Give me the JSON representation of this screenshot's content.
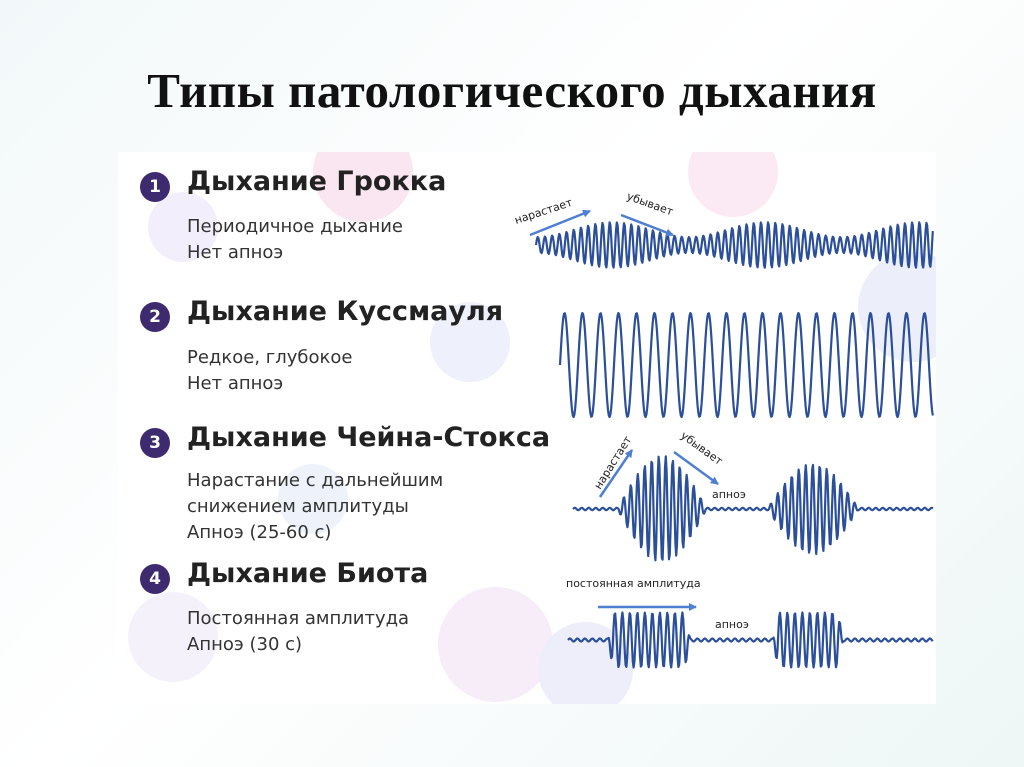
{
  "title": "Типы патологического дыхания",
  "colors": {
    "badge": "#3e2a6e",
    "wave": "#2b4f9a",
    "arrow": "#4f7fd0"
  },
  "types": [
    {
      "number": "1",
      "name": "Дыхание Грокка",
      "lines": [
        "Периодичное дыхание",
        "Нет апноэ"
      ]
    },
    {
      "number": "2",
      "name": "Дыхание Куссмауля",
      "lines": [
        "Редкое, глубокое",
        "Нет апноэ"
      ]
    },
    {
      "number": "3",
      "name": "Дыхание Чейна-Стокса",
      "lines": [
        "Нарастание с дальнейшим",
        "снижением амплитуды",
        "Апноэ (25-60 с)"
      ]
    },
    {
      "number": "4",
      "name": "Дыхание Биота",
      "lines": [
        "Постоянная амплитуда",
        "Апноэ (30 с)"
      ]
    }
  ],
  "wave_labels": {
    "increases": "нарастает",
    "decreases": "убывает",
    "apnea": "апноэ",
    "constant_amplitude": "постоянная амплитуда"
  }
}
